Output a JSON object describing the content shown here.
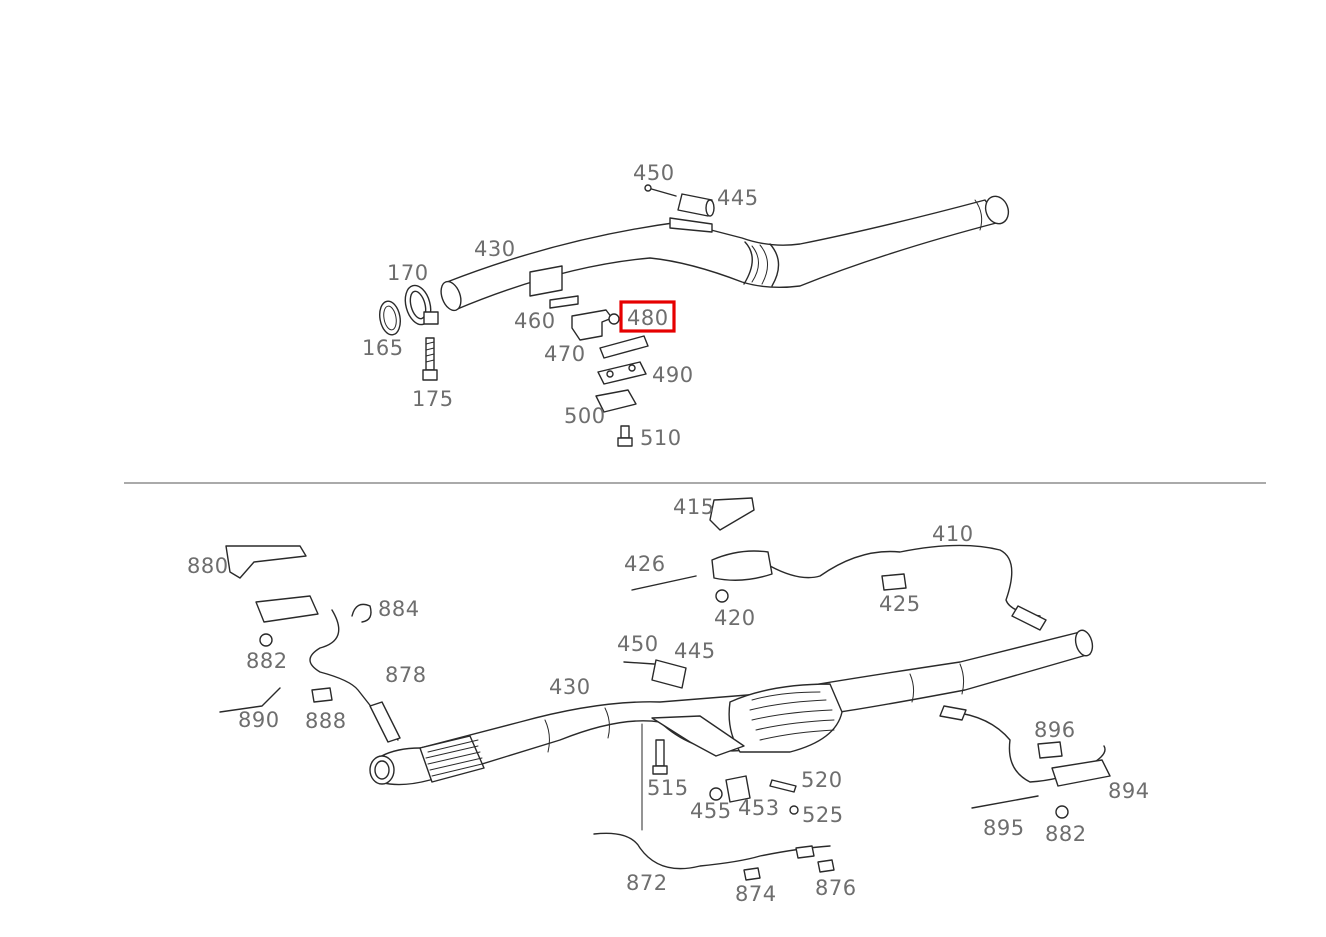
{
  "upper_group": {
    "callouts": {
      "p450": "450",
      "p445": "445",
      "p430": "430",
      "p170": "170",
      "p165": "165",
      "p175": "175",
      "p460": "460",
      "p470": "470",
      "p480": "480",
      "p490": "490",
      "p500": "500",
      "p510": "510"
    },
    "highlighted_part": "480"
  },
  "lower_group": {
    "callouts": {
      "p415": "415",
      "p410": "410",
      "p426": "426",
      "p420": "420",
      "p425": "425",
      "p880": "880",
      "p884": "884",
      "p882a": "882",
      "p878": "878",
      "p890": "890",
      "p888": "888",
      "p450": "450",
      "p445": "445",
      "p430": "430",
      "p896": "896",
      "p894": "894",
      "p895": "895",
      "p882b": "882",
      "p515": "515",
      "p520": "520",
      "p455": "455",
      "p453": "453",
      "p525": "525",
      "p872": "872",
      "p874": "874",
      "p876": "876"
    }
  },
  "colors": {
    "highlight": "#e60000",
    "callout_text": "#6e6e6e",
    "line": "#2a2a2a"
  }
}
